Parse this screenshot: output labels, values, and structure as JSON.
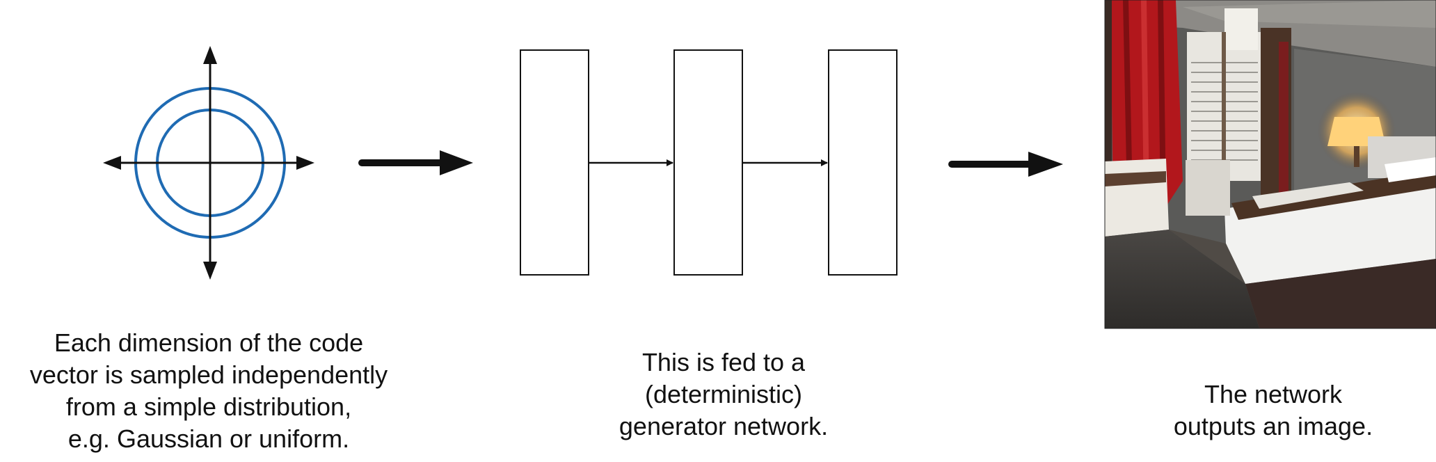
{
  "captions": {
    "distribution": [
      "Each dimension of the code",
      "vector is sampled independently",
      "from a simple distribution,",
      "e.g. Gaussian or uniform."
    ],
    "generator": [
      "This is fed to a",
      "(deterministic)",
      "generator network."
    ],
    "output": [
      "The network",
      "outputs an image."
    ]
  },
  "colors": {
    "circle": "#1f6bb3",
    "stroke": "#111111",
    "wall": "#5a5a58",
    "curtain": "#b2171c",
    "bed": "#f2f2f0",
    "lamp": "#ffd27a"
  },
  "network": {
    "layer_count": 3
  }
}
